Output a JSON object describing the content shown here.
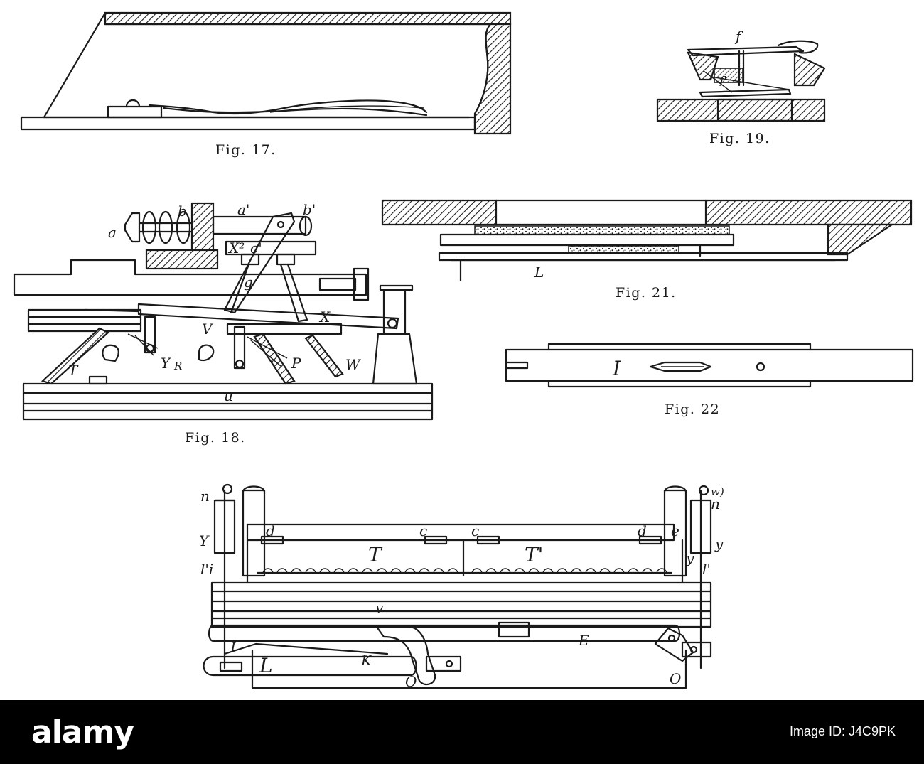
{
  "figures": {
    "fig17": {
      "caption": "Fig. 17."
    },
    "fig18": {
      "caption": "Fig. 18.",
      "labels": {
        "a": "a",
        "b": "b",
        "a1": "a'",
        "b1": "b'",
        "x2": "X²",
        "c1": "c'",
        "x": "X",
        "g": "g",
        "v": "V",
        "y": "Y",
        "r": "R",
        "t": "T",
        "p": "P",
        "w": "W",
        "u": "u"
      }
    },
    "fig19": {
      "caption": "Fig. 19.",
      "labels": {
        "f": "f",
        "f1": "f'"
      }
    },
    "fig21": {
      "caption": "Fig. 21.",
      "labels": {
        "l": "L"
      }
    },
    "fig22": {
      "caption": "Fig. 22",
      "labels": {
        "i": "I"
      }
    },
    "fig20": {
      "labels": {
        "n_left": "n",
        "n_right": "n",
        "y_left": "Y",
        "y_right": "y",
        "y_inner": "y",
        "l_left": "l'i",
        "l_right": "l'",
        "d_left": "d",
        "d_right": "d",
        "c_left": "c",
        "c_right": "c",
        "e": "e",
        "t_left": "T",
        "t_right": "T'",
        "v": "v",
        "e_rail": "E",
        "k": "K",
        "l_lever": "L",
        "i": "I",
        "o_left": "O'",
        "o_right": "O",
        "w": "w)"
      }
    }
  },
  "footer": {
    "brand": "alamy",
    "image_id": "Image ID: J4C9PK"
  }
}
